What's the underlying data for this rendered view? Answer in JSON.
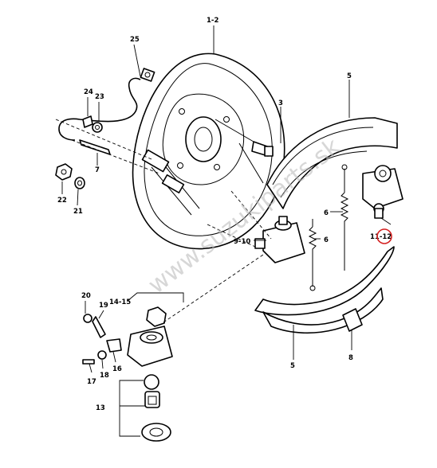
{
  "watermark": "www.suzukiparts.sk",
  "highlight_color": "#d42020",
  "labels": {
    "l1_2": "1-2",
    "l3": "3",
    "l5a": "5",
    "l5b": "5",
    "l6a": "6",
    "l6b": "6",
    "l7": "7",
    "l8": "8",
    "l9_10": "9-10",
    "l11_12": "11-12",
    "l13": "13",
    "l14_15": "14-15",
    "l16": "16",
    "l17": "17",
    "l18": "18",
    "l19": "19",
    "l20": "20",
    "l21": "21",
    "l22": "22",
    "l23": "23",
    "l24": "24",
    "l25": "25"
  }
}
